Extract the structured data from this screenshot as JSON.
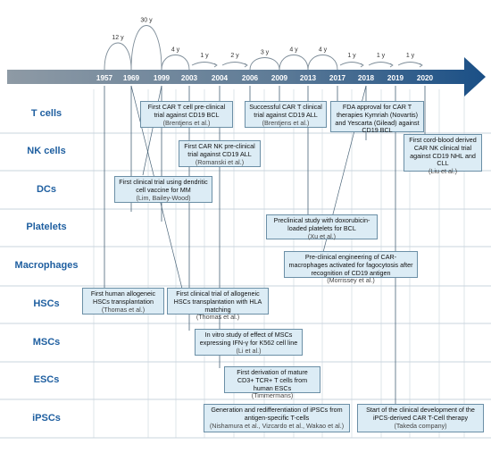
{
  "years": [
    "1957",
    "1969",
    "1999",
    "2003",
    "2004",
    "2006",
    "2009",
    "2013",
    "2017",
    "2018",
    "2019",
    "2020"
  ],
  "intervals": [
    "12 y",
    "30 y",
    "4 y",
    "1 y",
    "2 y",
    "3 y",
    "4 y",
    "4 y",
    "1 y",
    "1 y",
    "1 y"
  ],
  "rows": [
    "T cells",
    "NK cells",
    "DCs",
    "Platelets",
    "Macrophages",
    "HSCs",
    "MSCs",
    "ESCs",
    "iPSCs"
  ],
  "boxes": [
    {
      "text": "First CAR T cell pre-clinical trial against CD19 BCL",
      "cite": "(Brentjens et al.)"
    },
    {
      "text": "Successful CAR T clinical trial against CD19 ALL",
      "cite": "(Brentjens et al.)"
    },
    {
      "text": "FDA approval for CAR T therapies Kymriah (Novartis) and Yescarta (Gilead) against CD19 BCL",
      "cite": ""
    },
    {
      "text": "First CAR NK pre-clinical trial against CD19 ALL",
      "cite": "(Romanski et al.)"
    },
    {
      "text": "First cord-blood derived CAR NK clinical trial against CD19 NHL and CLL",
      "cite": "(Liu et al.)"
    },
    {
      "text": "First clinical trial using dendritic cell vaccine for MM",
      "cite": "(Lim, Bailey-Wood)"
    },
    {
      "text": "Preclinical study with doxorubicin-loaded platelets for BCL",
      "cite": "(Xu et al.)"
    },
    {
      "text": "Pre-clinical engineering of CAR-macrophages activated for fagocytosis after recognition of CD19 antigen",
      "cite": "(Morrissey et al.)"
    },
    {
      "text": "First human allogeneic HSCs transplantation",
      "cite": "(Thomas et al.)"
    },
    {
      "text": "First clinical trial of allogeneic HSCs transplantation with HLA matching",
      "cite": "(Thomas et al.)"
    },
    {
      "text": "In vitro study of effect of MSCs expressing IFN-γ for K562 cell line",
      "cite": "(Li et al.)"
    },
    {
      "text": "First derivation of mature CD3+ TCR+ T cells from human ESCs",
      "cite": "(Timmermans)"
    },
    {
      "text": "Generation and redifferentiation of iPSCs from antigen-specific T-cells",
      "cite": "(Nishamura et al., Vizcardo et al., Wakao et al.)"
    },
    {
      "text": "Start of the clinical development of the iPCS-derived CAR T-Cell therapy",
      "cite": "(Takeda company)"
    }
  ],
  "colors": {
    "row_label": "#1f5fa0",
    "box_fill": "#dcecf5",
    "box_border": "#6b8fa6",
    "arrow_dark": "#1a4f86",
    "arrow_light": "#8e9aa5"
  }
}
